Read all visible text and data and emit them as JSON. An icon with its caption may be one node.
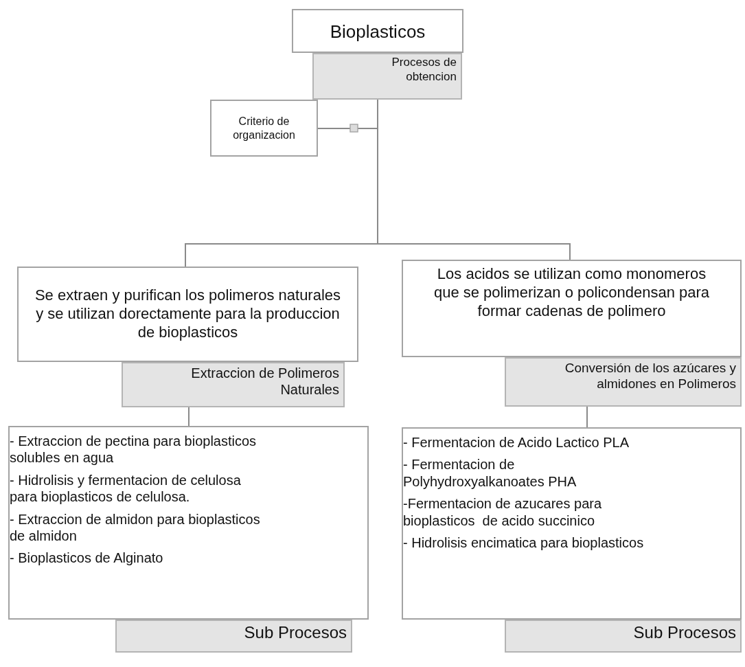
{
  "diagram": {
    "nodes": [
      {
        "text": [
          "Bioplasticos"
        ]
      },
      {
        "text": [
          "Procesos de obtencion"
        ]
      },
      {
        "text": [
          "Criterio de organizacion"
        ]
      },
      {
        "text": [
          "Se extraen y purifican los polimeros naturales y se utilizan dorectamente para la produccion de bioplasticos"
        ]
      },
      {
        "text": [
          "Extraccion de Polimeros Naturales"
        ]
      },
      {
        "text": [
          "- Extraccion de pectina para bioplasticos solubles en agua",
          "- Hidrolisis y fermentacion de celulosa para bioplasticos de celulosa.",
          "- Extraccion de almidon para bioplasticos de almidon",
          "- Bioplasticos de Alginato"
        ]
      },
      {
        "text": [
          "Sub Procesos"
        ]
      },
      {
        "text": [
          "Los acidos se utilizan como monomeros que se polimerizan o policondensan para formar cadenas de polimero"
        ]
      },
      {
        "text": [
          "Conversión de los azúcares y almidones en Polimeros"
        ]
      },
      {
        "text": [
          "- Fermentacion de Acido Lactico PLA",
          "- Fermentacion de Polyhydroxyalkanoates PHA",
          "-Fermentacion de azucares para bioplasticos  de acido succinico",
          "- Hidrolisis encimatica para bioplasticos"
        ]
      },
      {
        "text": [
          "Sub Procesos"
        ]
      }
    ],
    "edges": [
      {
        "from": 1,
        "to": 2,
        "arrow": "none"
      },
      {
        "from": 1,
        "to": 3,
        "arrow": "none"
      },
      {
        "from": 1,
        "to": 7,
        "arrow": "none"
      },
      {
        "from": 4,
        "to": 5,
        "arrow": "none"
      },
      {
        "from": 8,
        "to": 9,
        "arrow": "none"
      }
    ]
  }
}
